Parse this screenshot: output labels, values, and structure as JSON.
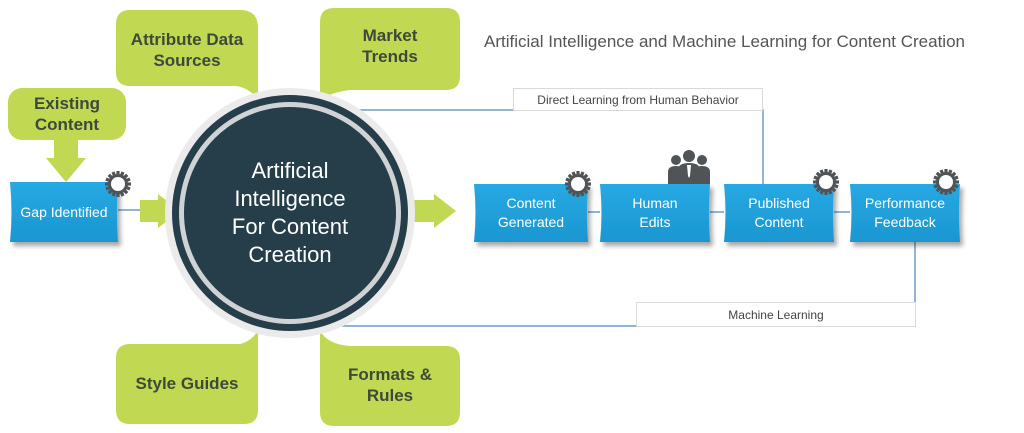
{
  "title": "Artificial Intelligence and Machine Learning for Content Creation",
  "center": {
    "lines": [
      "Artificial",
      "Intelligence",
      "For Content",
      "Creation"
    ]
  },
  "inputs": {
    "existing_content": [
      "Existing",
      "Content"
    ],
    "attribute_data_sources": [
      "Attribute Data",
      "Sources"
    ],
    "market_trends": [
      "Market",
      "Trends"
    ],
    "style_guides": [
      "Style Guides"
    ],
    "formats_rules": [
      "Formats &",
      "Rules"
    ]
  },
  "process": {
    "gap_identified": "Gap Identified",
    "content_generated": [
      "Content",
      "Generated"
    ],
    "human_edits": [
      "Human",
      "Edits"
    ],
    "published_content": [
      "Published",
      "Content"
    ],
    "performance_feedback": [
      "Performance",
      "Feedback"
    ]
  },
  "feedback_loops": {
    "direct": "Direct Learning from Human Behavior",
    "machine": "Machine Learning"
  },
  "icons": {
    "gear": "gear-icon",
    "people": "people-group-icon",
    "arrow": "arrow-right-icon"
  },
  "colors": {
    "green": "#c1d852",
    "blue": "#1ea1dc",
    "navy": "#263d4a",
    "gear": "#505456",
    "line": "#6f9cc7"
  }
}
